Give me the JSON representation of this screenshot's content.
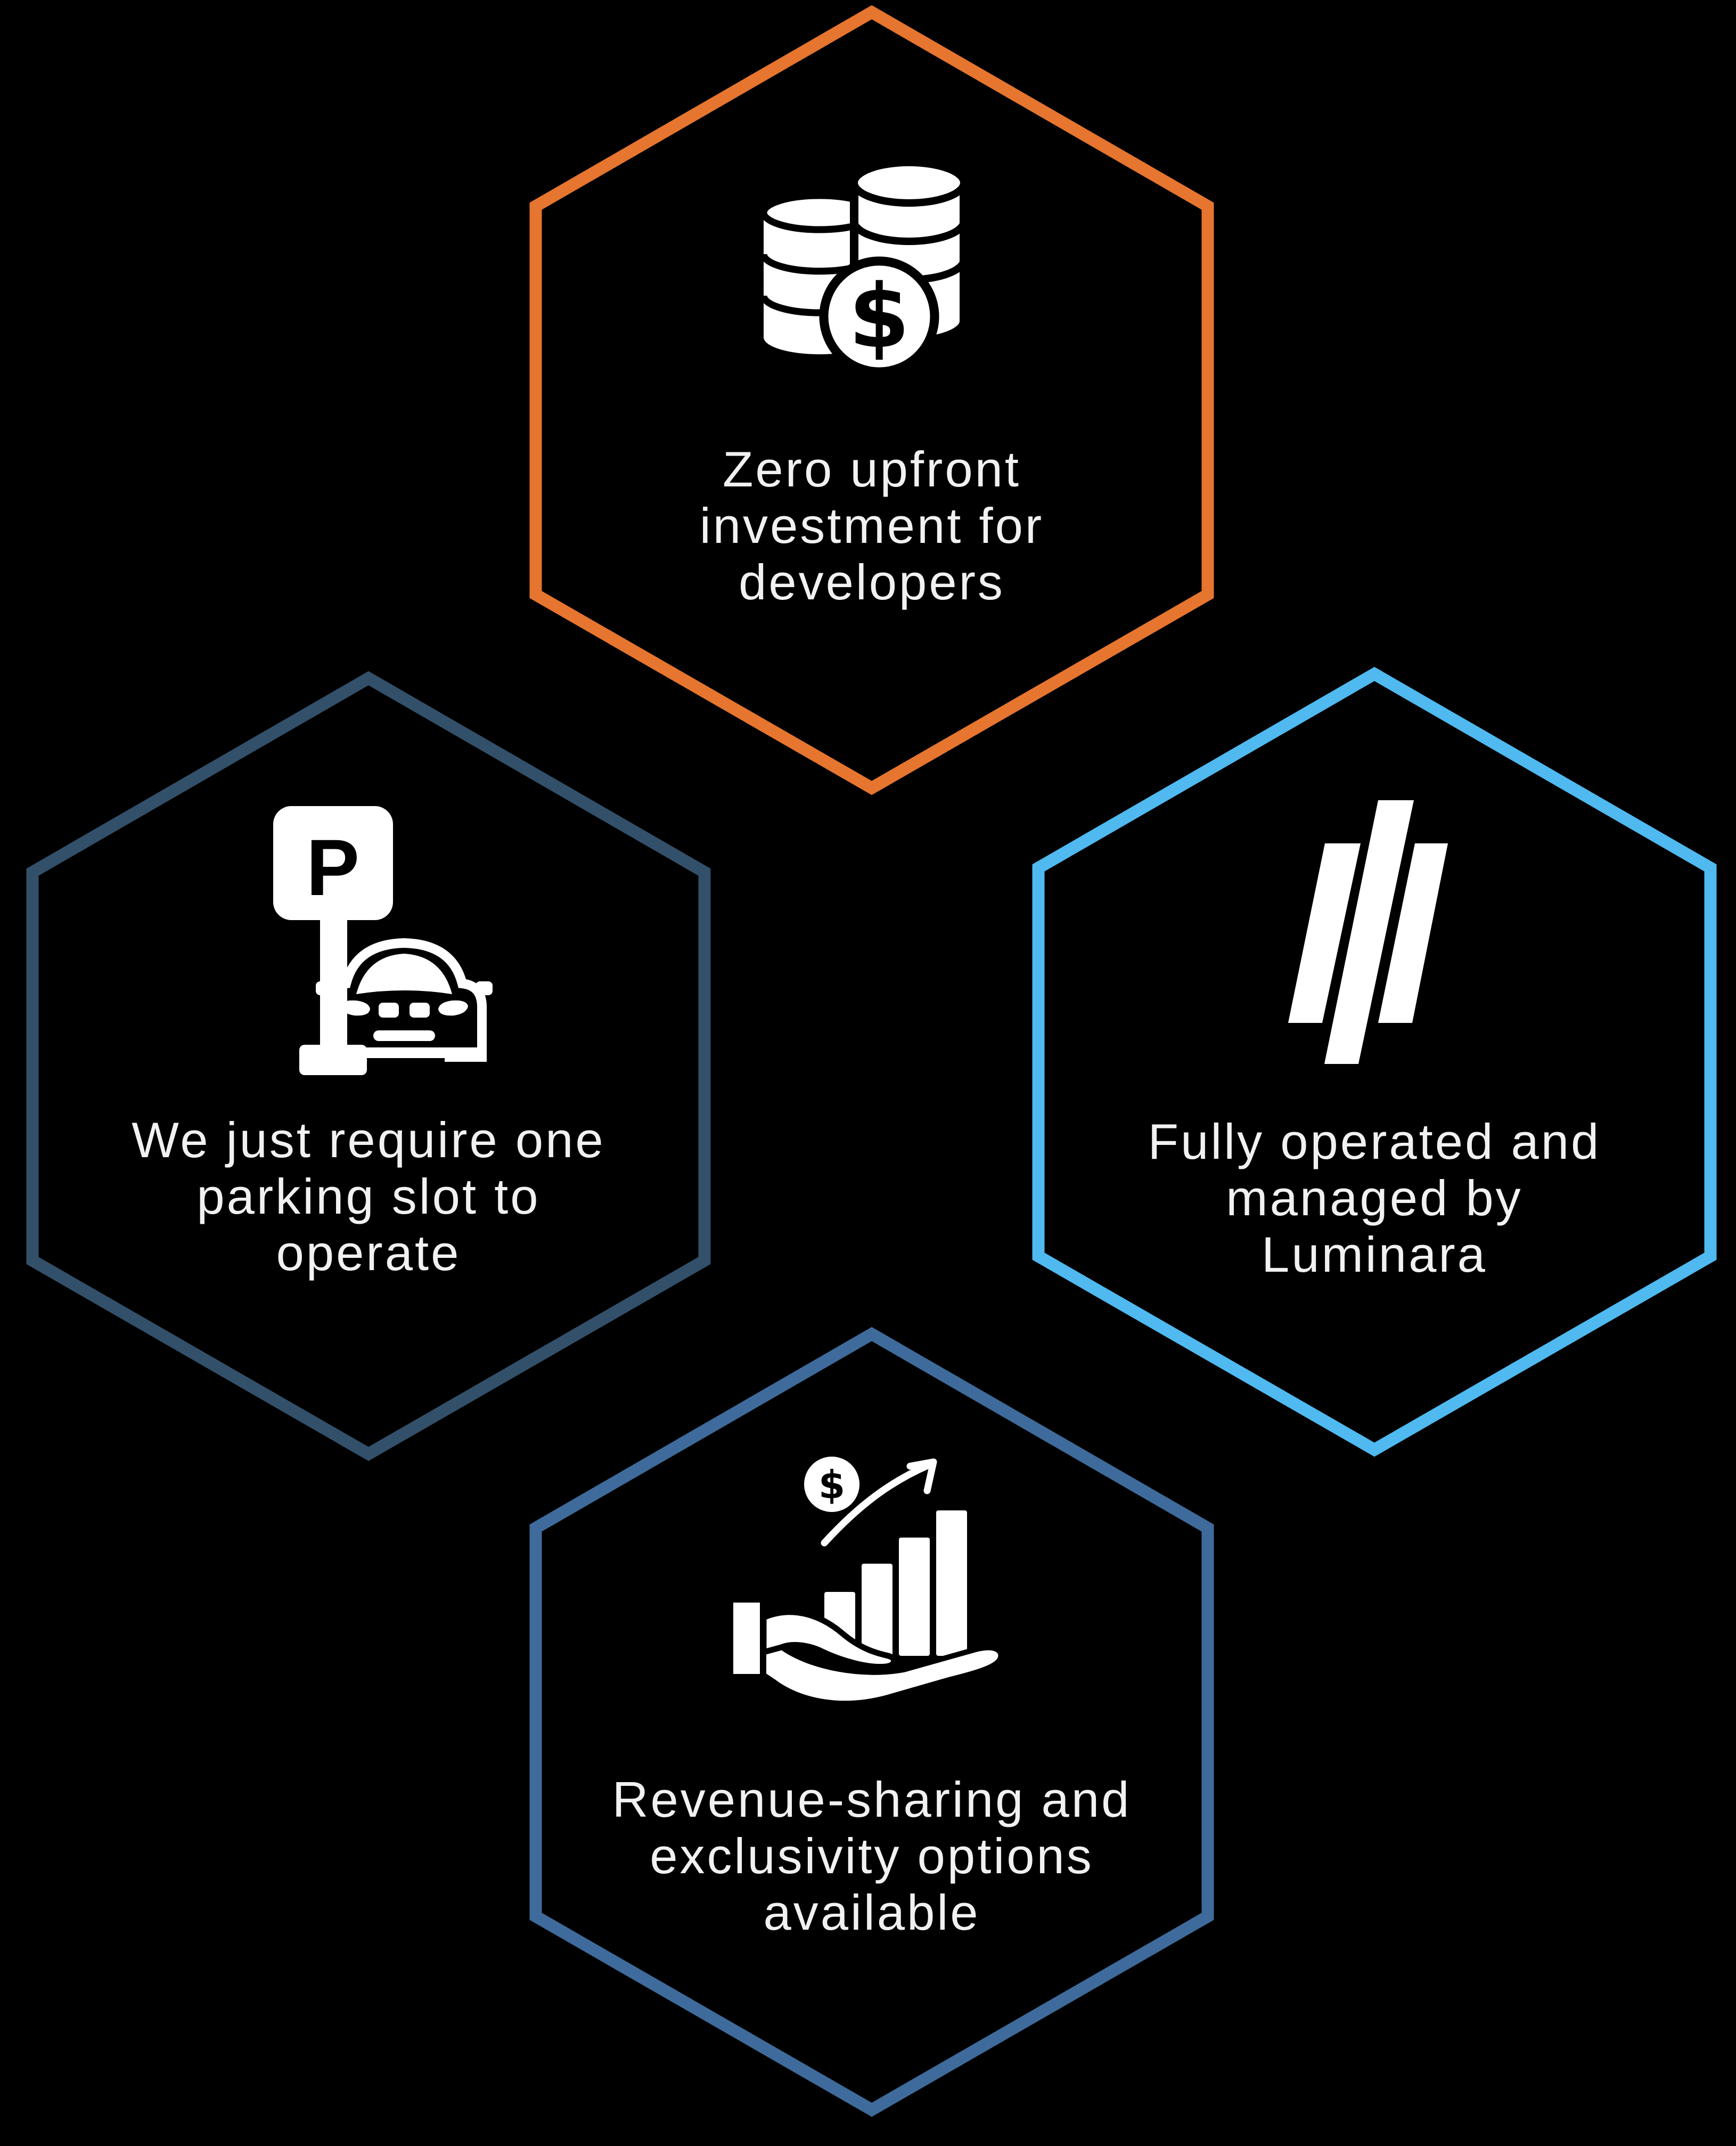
{
  "page": {
    "background": "#000000",
    "text_color": "#F1F1F1",
    "icon_color": "#FFFFFF"
  },
  "cards": [
    {
      "id": "zero-upfront",
      "border_color": "#E5752F",
      "icon": "coins-dollar-icon",
      "label": "Zero upfront\ninvestment for\ndevelopers",
      "currency_symbol": "$"
    },
    {
      "id": "parking-slot",
      "border_color": "#33506A",
      "icon": "parking-sign-car-icon",
      "label": "We just require one\nparking slot to\noperate",
      "sign_letter": "P"
    },
    {
      "id": "luminara-managed",
      "border_color": "#4FB9F0",
      "icon": "luminara-logo-icon",
      "label": "Fully operated and\nmanaged by\nLuminara"
    },
    {
      "id": "revenue-sharing",
      "border_color": "#3E6B9B",
      "icon": "revenue-growth-icon",
      "label": "Revenue-sharing and\nexclusivity options\navailable",
      "currency_symbol": "$"
    }
  ]
}
